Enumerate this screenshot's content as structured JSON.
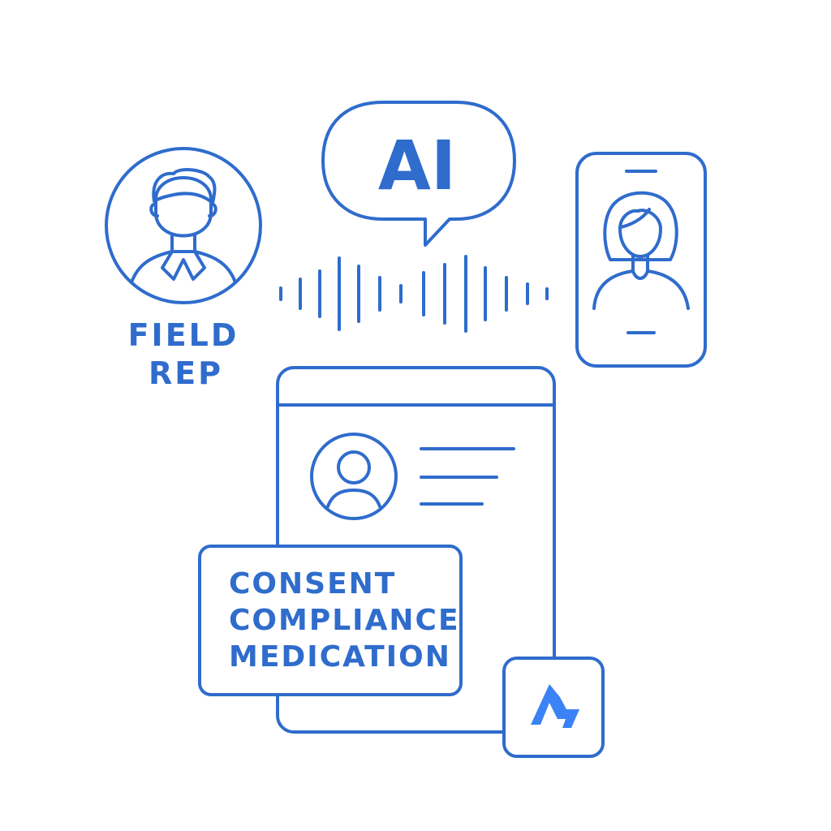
{
  "colors": {
    "stroke": "#2f6ccc",
    "accent": "#3b82f6",
    "background": "#ffffff"
  },
  "speech_bubble": {
    "text": "AI"
  },
  "field_rep": {
    "line1": "FIELD",
    "line2": "REP"
  },
  "tags_card": {
    "lines": [
      "CONSENT",
      "COMPLIANCE",
      "MEDICATION"
    ]
  },
  "icons": {
    "field_rep_avatar": "user-icon",
    "ai_bubble": "speech-bubble-icon",
    "audio": "sound-wave-icon",
    "phone": "smartphone-icon",
    "phone_person": "woman-user-icon",
    "document": "document-icon",
    "profile": "profile-circle-icon",
    "text_lines": "text-lines-icon",
    "badge": "lightning-icon"
  }
}
